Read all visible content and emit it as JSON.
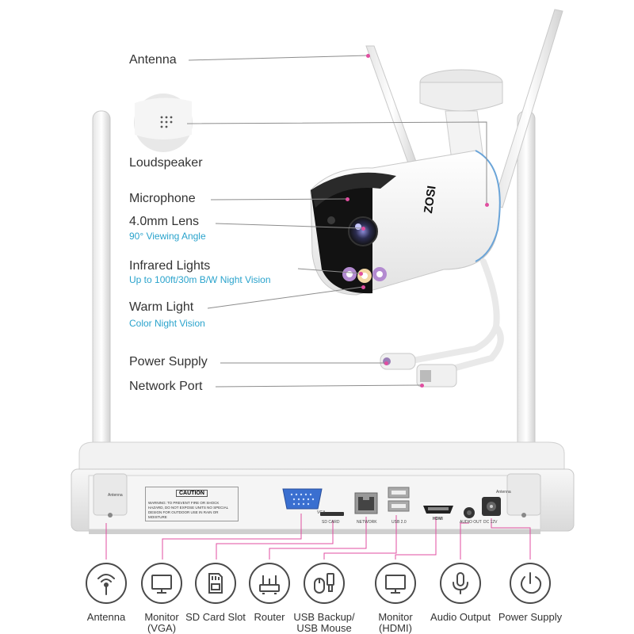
{
  "camera": {
    "brand": "ZOSI",
    "labels": {
      "antenna": "Antenna",
      "loudspeaker": "Loudspeaker",
      "microphone": "Microphone",
      "lens": "4.0mm Lens",
      "lens_sub": "90° Viewing Angle",
      "infrared": "Infrared Lights",
      "infrared_sub": "Up to 100ft/30m B/W Night Vision",
      "warm": "Warm Light",
      "warm_sub": "Color Night Vision",
      "power": "Power Supply",
      "network": "Network Port"
    }
  },
  "nvr_panel": {
    "caution_title": "CAUTION",
    "caution_text": "WARNING: TO PREVENT FIRE OR SHOCK HAZARD, DO NOT EXPOSE UNITS NO SPECIAL DESIGN FOR OUTDOOR USE IN RAIN OR MOISTURE",
    "antenna_left": "Antenna",
    "antenna_right": "Antenna",
    "vga": "VGA",
    "sd_card": "SD CARD",
    "network": "NETWORK",
    "usb": "USB 2.0",
    "hdmi": "HDMI",
    "audio_out": "AUDIO OUT",
    "dc": "DC 12V"
  },
  "ports": [
    {
      "label1": "Antenna",
      "label2": ""
    },
    {
      "label1": "Monitor",
      "label2": "(VGA)"
    },
    {
      "label1": "SD Card Slot",
      "label2": ""
    },
    {
      "label1": "Router",
      "label2": ""
    },
    {
      "label1": "USB Backup/",
      "label2": "USB Mouse"
    },
    {
      "label1": "Monitor",
      "label2": "(HDMI)"
    },
    {
      "label1": "Audio Output",
      "label2": ""
    },
    {
      "label1": "Power Supply",
      "label2": ""
    }
  ],
  "icons": [
    "wifi-antenna-icon",
    "monitor-icon",
    "sd-card-icon",
    "router-icon",
    "usb-mouse-icon",
    "monitor-icon",
    "microphone-icon",
    "power-icon"
  ],
  "colors": {
    "callout_line": "#e04ea0",
    "subtitle": "#2aa3cc",
    "icon_stroke": "#4a4a4a"
  }
}
